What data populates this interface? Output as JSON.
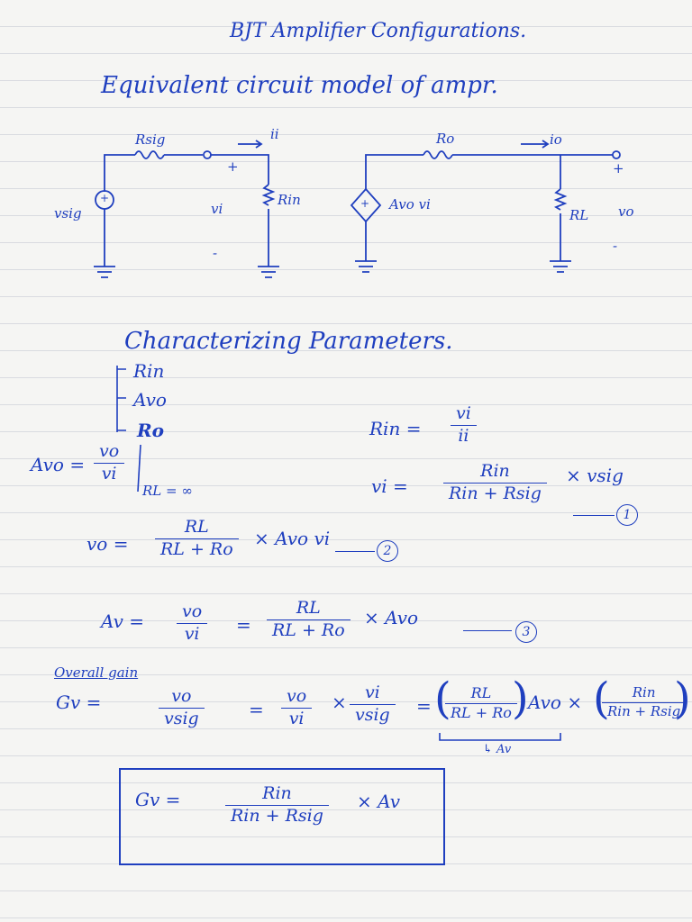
{
  "title": "BJT Amplifier Configurations.",
  "subtitle": "Equivalent circuit model of ampr.",
  "circuit1": {
    "rsig": "Rsig",
    "ii": "ii",
    "plus": "+",
    "minus": "-",
    "vsig": "vsig",
    "vi": "vi",
    "rin": "Rin",
    "source_sign": "+"
  },
  "circuit2": {
    "ro": "Ro",
    "io": "io",
    "plus": "+",
    "minus": "-",
    "source_sign": "+",
    "avo_vi": "Avo vi",
    "rl": "RL",
    "vo": "vo"
  },
  "params": {
    "heading": "Characterizing Parameters.",
    "items": [
      "Rin",
      "Avo",
      "Ro"
    ]
  },
  "eq_avo": {
    "lhs": "Avo =",
    "num": "vo",
    "den": "vi",
    "cond": "RL = ∞"
  },
  "eq_rin": {
    "lhs": "Rin =",
    "num": "vi",
    "den": "ii"
  },
  "eq_vi": {
    "lhs": "vi =",
    "num": "Rin",
    "den": "Rin + Rsig",
    "tail": "× vsig",
    "tag": "1"
  },
  "eq_vo": {
    "lhs": "vo =",
    "num": "RL",
    "den": "RL + Ro",
    "tail": "× Avo vi",
    "tag": "2"
  },
  "eq_av": {
    "lhs": "Av =",
    "num1": "vo",
    "den1": "vi",
    "eq": "=",
    "num2": "RL",
    "den2": "RL + Ro",
    "tail": "× Avo",
    "tag": "3"
  },
  "eq_gv": {
    "label": "Overall gain",
    "lhs": "Gv =",
    "num1": "vo",
    "den1": "vsig",
    "eq1": "=",
    "num2": "vo",
    "den2": "vi",
    "times": "×",
    "num3": "vi",
    "den3": "vsig",
    "eq2": "=",
    "num4": "RL",
    "den4": "RL + Ro",
    "avo": "Avo ×",
    "num5": "Rin",
    "den5": "Rin + Rsig",
    "brace": "↳ Av"
  },
  "eq_final": {
    "lhs": "Gv =",
    "num": "Rin",
    "den": "Rin + Rsig",
    "tail": "× Av"
  }
}
